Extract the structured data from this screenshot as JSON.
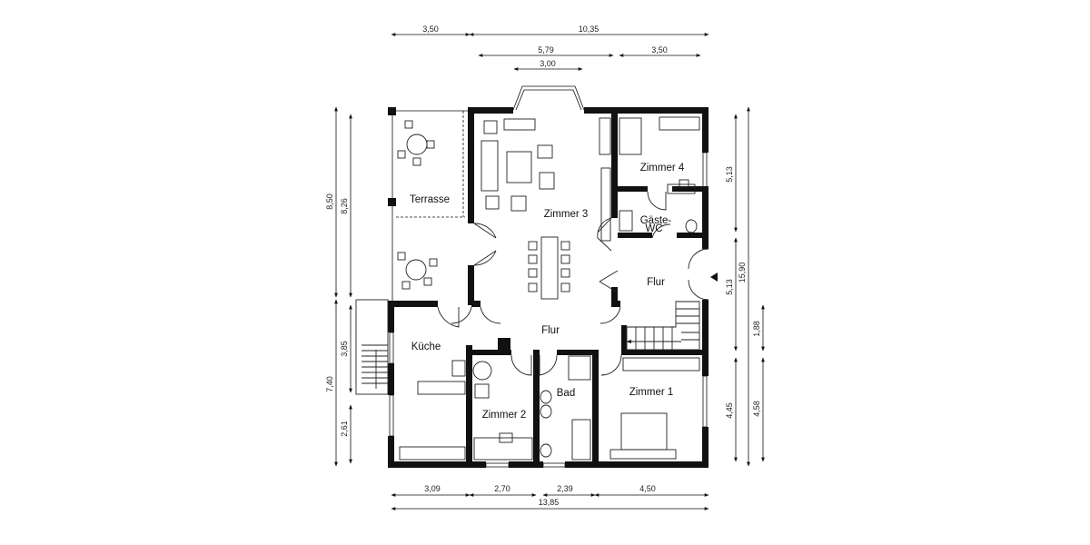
{
  "rooms": {
    "terrasse": "Terrasse",
    "zimmer3": "Zimmer 3",
    "zimmer4": "Zimmer 4",
    "gaeste_wc_line1": "Gäste-",
    "gaeste_wc_line2": "WC",
    "flur_right": "Flur",
    "flur_main": "Flur",
    "kueche": "Küche",
    "zimmer2": "Zimmer 2",
    "bad": "Bad",
    "zimmer1": "Zimmer 1"
  },
  "dimensions": {
    "top_row1": [
      "3,50",
      "10,35"
    ],
    "top_row2": [
      "5,79",
      "3,50"
    ],
    "top_row3": "3,00",
    "left_outer": [
      "8,50",
      "7,40"
    ],
    "left_inner": [
      "8,26",
      "3,85",
      "2,61"
    ],
    "right_inner": [
      "5,13",
      "5,13",
      "4,45"
    ],
    "right_outer": [
      "15,90",
      "1,88",
      "4,58"
    ],
    "bottom_row1": [
      "3,09",
      "2,70",
      "2,39",
      "4,50"
    ],
    "bottom_total": "13,85"
  }
}
